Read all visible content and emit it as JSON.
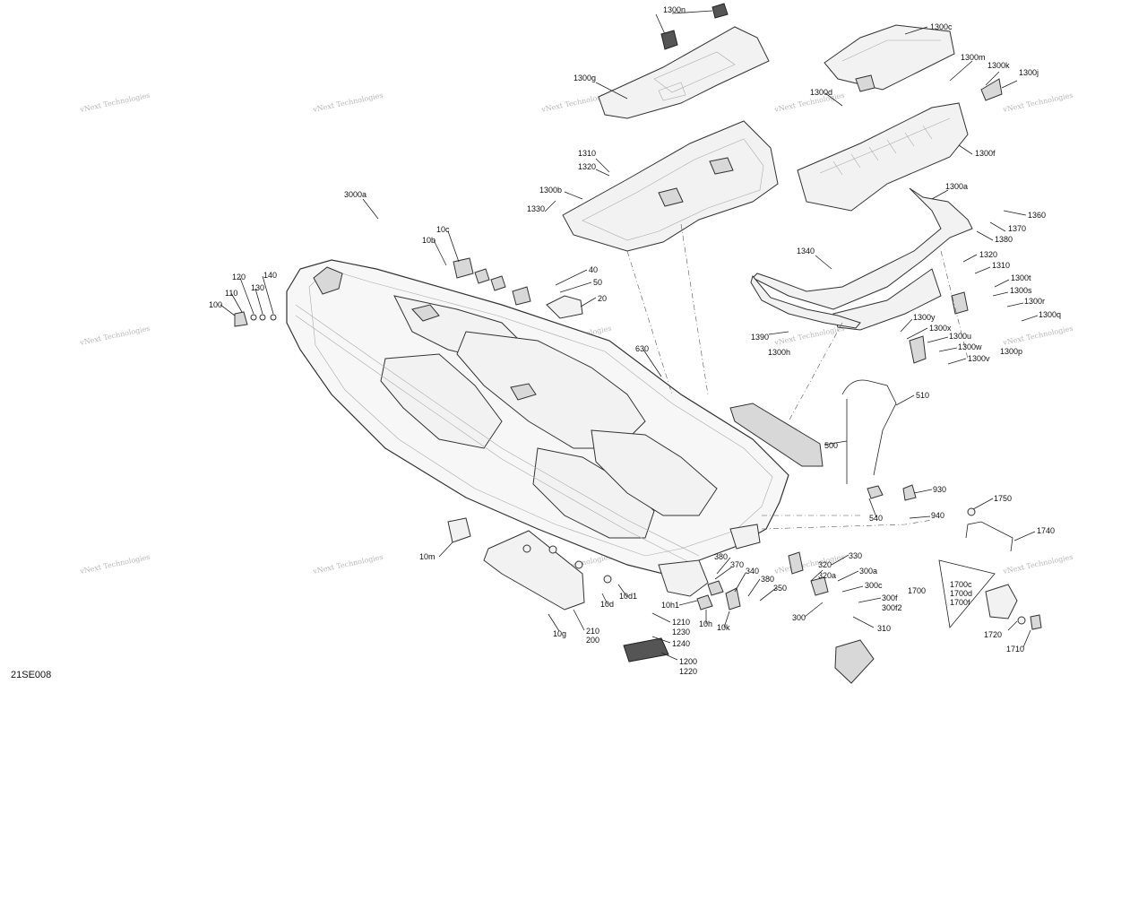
{
  "diagram": {
    "code": "21SE008",
    "watermark": "vNext Technologies",
    "callouts": [
      "1300n",
      "1300c",
      "1300m",
      "1300k",
      "1300j",
      "1300g",
      "1300d",
      "1300f",
      "1310",
      "1320",
      "1300b",
      "1330",
      "3000a",
      "1300a",
      "1360",
      "1370",
      "1380",
      "1340",
      "1320",
      "1310",
      "1300t",
      "1300s",
      "1300r",
      "1300q",
      "10c",
      "10b",
      "40",
      "50",
      "20",
      "140",
      "120",
      "130",
      "110",
      "100",
      "630",
      "1390",
      "1300y",
      "1300x",
      "1300u",
      "1300w",
      "1300v",
      "1300p",
      "1300h",
      "510",
      "500",
      "930",
      "540",
      "940",
      "1750",
      "1740",
      "1700",
      "1700c",
      "1700d",
      "1700f",
      "1720",
      "1710",
      "10m",
      "380",
      "370",
      "340",
      "380",
      "350",
      "320",
      "320a",
      "330",
      "300a",
      "300c",
      "300f",
      "300f2",
      "300",
      "310",
      "10d1",
      "10d",
      "10h1",
      "10h",
      "10k",
      "1210",
      "1230",
      "1240",
      "1200",
      "1220",
      "210",
      "200",
      "10g"
    ]
  }
}
